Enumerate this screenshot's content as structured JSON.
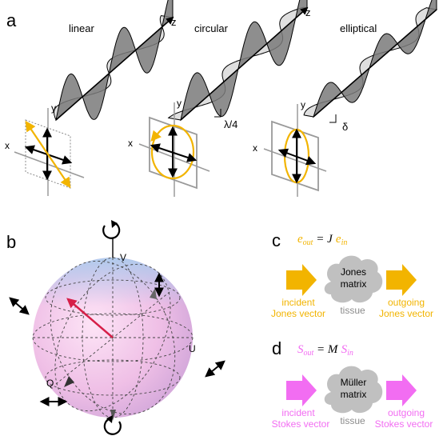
{
  "panel_a": {
    "letter": "a",
    "waves": [
      {
        "title": "linear",
        "axis_label": "z"
      },
      {
        "title": "circular",
        "axis_label": "z",
        "offset_label": "λ/4"
      },
      {
        "title": "elliptical",
        "axis_label": "",
        "offset_label": "δ"
      }
    ],
    "axis_x": "x",
    "axis_y": "y"
  },
  "panel_b": {
    "letter": "b",
    "labels": {
      "v": "V",
      "u": "U",
      "q": "Q"
    }
  },
  "panel_c": {
    "letter": "c",
    "equation": {
      "lhs": "e",
      "lhs_sub": "out",
      "eq": " = ",
      "op": "J",
      "rhs": "e",
      "rhs_sub": "in"
    },
    "box": [
      "Jones",
      "matrix"
    ],
    "tissue": "tissue",
    "incident": [
      "incident",
      "Jones vector"
    ],
    "outgoing": [
      "outgoing",
      "Jones vector"
    ]
  },
  "panel_d": {
    "letter": "d",
    "equation": {
      "lhs": "S",
      "lhs_sub": "out",
      "eq": " = ",
      "op": "M",
      "rhs": "S",
      "rhs_sub": "in"
    },
    "box": [
      "Müller",
      "matrix"
    ],
    "tissue": "tissue",
    "incident": [
      "incident",
      "Stokes vector"
    ],
    "outgoing": [
      "outgoing",
      "Stokes vector"
    ]
  },
  "colors": {
    "yellow": "#f2b400",
    "magenta": "#f26df2",
    "grey": "#8c8c8c",
    "red": "#d61f48"
  }
}
